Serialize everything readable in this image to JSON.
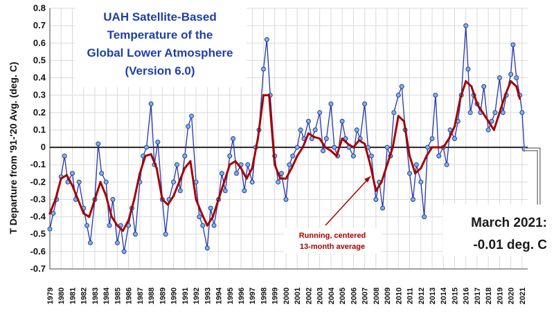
{
  "chart_data": {
    "type": "line",
    "title_lines": [
      "UAH Satellite-Based",
      "Temperature of the",
      "Global Lower Atmosphere",
      "(Version 6.0)"
    ],
    "ylabel": "T Departure from '91-'20 Avg. (deg. C)",
    "ylim": [
      -0.7,
      0.8
    ],
    "xlim": [
      1979,
      2021.5
    ],
    "yticks": [
      0.8,
      0.7,
      0.6,
      0.5,
      0.4,
      0.3,
      0.2,
      0.1,
      0,
      -0.1,
      -0.2,
      -0.3,
      -0.4,
      -0.5,
      -0.6,
      -0.7
    ],
    "ytick_labels": [
      "0.8",
      "0.7",
      "0.6",
      "0.5",
      "0.4",
      "0.3",
      "0.2",
      "0.1",
      "0",
      "-0.1",
      "-0.2",
      "-0.3",
      "-0.4",
      "-0.5",
      "-0.6",
      "-0.7"
    ],
    "xticks": [
      "1979",
      "1980",
      "1981",
      "1982",
      "1983",
      "1984",
      "1985",
      "1986",
      "1987",
      "1988",
      "1989",
      "1990",
      "1991",
      "1992",
      "1993",
      "1994",
      "1995",
      "1996",
      "1997",
      "1998",
      "1999",
      "2000",
      "2001",
      "2002",
      "2003",
      "2004",
      "2005",
      "2006",
      "2007",
      "2008",
      "2009",
      "2010",
      "2011",
      "2012",
      "2013",
      "2014",
      "2015",
      "2016",
      "2017",
      "2018",
      "2019",
      "2020",
      "2021"
    ],
    "grid": true,
    "series": [
      {
        "role": "monthly",
        "style": "blue line with circle markers",
        "color": "#2233aa",
        "x": [
          1979.0,
          1979.3,
          1979.6,
          1980.0,
          1980.3,
          1980.6,
          1981.0,
          1981.3,
          1981.6,
          1982.0,
          1982.3,
          1982.6,
          1983.0,
          1983.3,
          1983.6,
          1984.0,
          1984.3,
          1984.6,
          1985.0,
          1985.3,
          1985.6,
          1986.0,
          1986.3,
          1986.6,
          1987.0,
          1987.3,
          1987.6,
          1988.0,
          1988.3,
          1988.6,
          1989.0,
          1989.3,
          1989.6,
          1990.0,
          1990.3,
          1990.6,
          1991.0,
          1991.3,
          1991.6,
          1992.0,
          1992.3,
          1992.6,
          1993.0,
          1993.3,
          1993.6,
          1994.0,
          1994.3,
          1994.6,
          1995.0,
          1995.3,
          1995.6,
          1996.0,
          1996.3,
          1996.6,
          1997.0,
          1997.3,
          1997.6,
          1998.0,
          1998.3,
          1998.6,
          1999.0,
          1999.3,
          1999.6,
          2000.0,
          2000.3,
          2000.6,
          2001.0,
          2001.3,
          2001.6,
          2002.0,
          2002.3,
          2002.6,
          2003.0,
          2003.3,
          2003.6,
          2004.0,
          2004.3,
          2004.6,
          2005.0,
          2005.3,
          2005.6,
          2006.0,
          2006.3,
          2006.6,
          2007.0,
          2007.3,
          2007.6,
          2008.0,
          2008.3,
          2008.6,
          2009.0,
          2009.3,
          2009.6,
          2010.0,
          2010.3,
          2010.6,
          2011.0,
          2011.3,
          2011.6,
          2012.0,
          2012.3,
          2012.6,
          2013.0,
          2013.3,
          2013.6,
          2014.0,
          2014.3,
          2014.6,
          2015.0,
          2015.3,
          2015.6,
          2016.0,
          2016.2,
          2016.4,
          2016.7,
          2017.0,
          2017.3,
          2017.6,
          2018.0,
          2018.3,
          2018.6,
          2019.0,
          2019.3,
          2019.6,
          2020.0,
          2020.2,
          2020.5,
          2020.8,
          2021.0,
          2021.2
        ],
        "values": [
          -0.47,
          -0.38,
          -0.3,
          -0.17,
          -0.05,
          -0.2,
          -0.15,
          -0.3,
          -0.2,
          -0.35,
          -0.45,
          -0.55,
          -0.3,
          0.02,
          -0.15,
          -0.2,
          -0.45,
          -0.3,
          -0.55,
          -0.45,
          -0.6,
          -0.45,
          -0.35,
          -0.5,
          -0.2,
          -0.05,
          0.0,
          0.25,
          -0.1,
          0.03,
          -0.3,
          -0.5,
          -0.3,
          -0.2,
          -0.1,
          -0.25,
          -0.05,
          0.12,
          0.18,
          -0.2,
          -0.4,
          -0.45,
          -0.58,
          -0.35,
          -0.45,
          -0.3,
          -0.15,
          -0.25,
          -0.05,
          0.05,
          -0.15,
          -0.1,
          -0.25,
          -0.1,
          -0.2,
          0.0,
          0.1,
          0.45,
          0.62,
          0.3,
          -0.05,
          -0.2,
          -0.15,
          -0.3,
          -0.1,
          -0.05,
          0.0,
          0.1,
          0.05,
          0.15,
          0.05,
          0.1,
          0.2,
          -0.02,
          0.05,
          0.25,
          0.0,
          -0.05,
          0.15,
          0.05,
          0.0,
          -0.05,
          0.1,
          0.05,
          0.25,
          0.0,
          -0.05,
          -0.3,
          -0.2,
          -0.35,
          0.0,
          -0.05,
          0.2,
          0.3,
          0.35,
          0.1,
          -0.15,
          -0.3,
          -0.1,
          -0.2,
          -0.4,
          0.0,
          0.05,
          0.3,
          -0.05,
          0.0,
          -0.1,
          0.1,
          0.05,
          0.15,
          0.3,
          0.7,
          0.45,
          0.2,
          0.3,
          0.25,
          0.2,
          0.35,
          0.1,
          0.15,
          0.2,
          0.4,
          0.2,
          0.3,
          0.42,
          0.59,
          0.4,
          0.3,
          0.2,
          -0.01
        ]
      },
      {
        "role": "running-average",
        "style": "thick red line",
        "color": "#a40000",
        "x": [
          1979.0,
          1979.5,
          1980.0,
          1980.5,
          1981.0,
          1981.5,
          1982.0,
          1982.5,
          1983.0,
          1983.5,
          1984.0,
          1984.5,
          1985.0,
          1985.5,
          1986.0,
          1986.5,
          1987.0,
          1987.5,
          1988.0,
          1988.5,
          1989.0,
          1989.5,
          1990.0,
          1990.5,
          1991.0,
          1991.5,
          1992.0,
          1992.5,
          1993.0,
          1993.5,
          1994.0,
          1994.5,
          1995.0,
          1995.5,
          1996.0,
          1996.5,
          1997.0,
          1997.5,
          1998.0,
          1998.5,
          1999.0,
          1999.5,
          2000.0,
          2000.5,
          2001.0,
          2001.5,
          2002.0,
          2002.5,
          2003.0,
          2003.5,
          2004.0,
          2004.5,
          2005.0,
          2005.5,
          2006.0,
          2006.5,
          2007.0,
          2007.5,
          2008.0,
          2008.5,
          2009.0,
          2009.5,
          2010.0,
          2010.5,
          2011.0,
          2011.5,
          2012.0,
          2012.5,
          2013.0,
          2013.5,
          2014.0,
          2014.5,
          2015.0,
          2015.5,
          2016.0,
          2016.5,
          2017.0,
          2017.5,
          2018.0,
          2018.5,
          2019.0,
          2019.5,
          2020.0,
          2020.5,
          2020.8
        ],
        "values": [
          -0.38,
          -0.3,
          -0.18,
          -0.16,
          -0.22,
          -0.3,
          -0.38,
          -0.4,
          -0.3,
          -0.2,
          -0.28,
          -0.4,
          -0.45,
          -0.48,
          -0.42,
          -0.3,
          -0.15,
          -0.05,
          -0.04,
          -0.12,
          -0.3,
          -0.33,
          -0.28,
          -0.2,
          -0.12,
          -0.08,
          -0.3,
          -0.38,
          -0.45,
          -0.4,
          -0.3,
          -0.2,
          -0.1,
          -0.08,
          -0.12,
          -0.18,
          -0.12,
          0.05,
          0.3,
          0.3,
          -0.1,
          -0.18,
          -0.18,
          -0.12,
          -0.05,
          0.0,
          0.08,
          0.06,
          0.05,
          0.0,
          -0.02,
          -0.05,
          0.05,
          0.02,
          0.0,
          0.04,
          0.02,
          -0.1,
          -0.25,
          -0.2,
          -0.1,
          0.0,
          0.18,
          0.15,
          -0.05,
          -0.15,
          -0.12,
          -0.05,
          0.0,
          0.0,
          0.0,
          0.05,
          0.12,
          0.28,
          0.38,
          0.35,
          0.25,
          0.2,
          0.15,
          0.1,
          0.2,
          0.3,
          0.38,
          0.35,
          0.28
        ]
      }
    ],
    "annotations": {
      "running_avg_label": [
        "Running, centered",
        "13-month average"
      ],
      "latest_label": [
        "March 2021:",
        "-0.01 deg. C"
      ]
    }
  }
}
